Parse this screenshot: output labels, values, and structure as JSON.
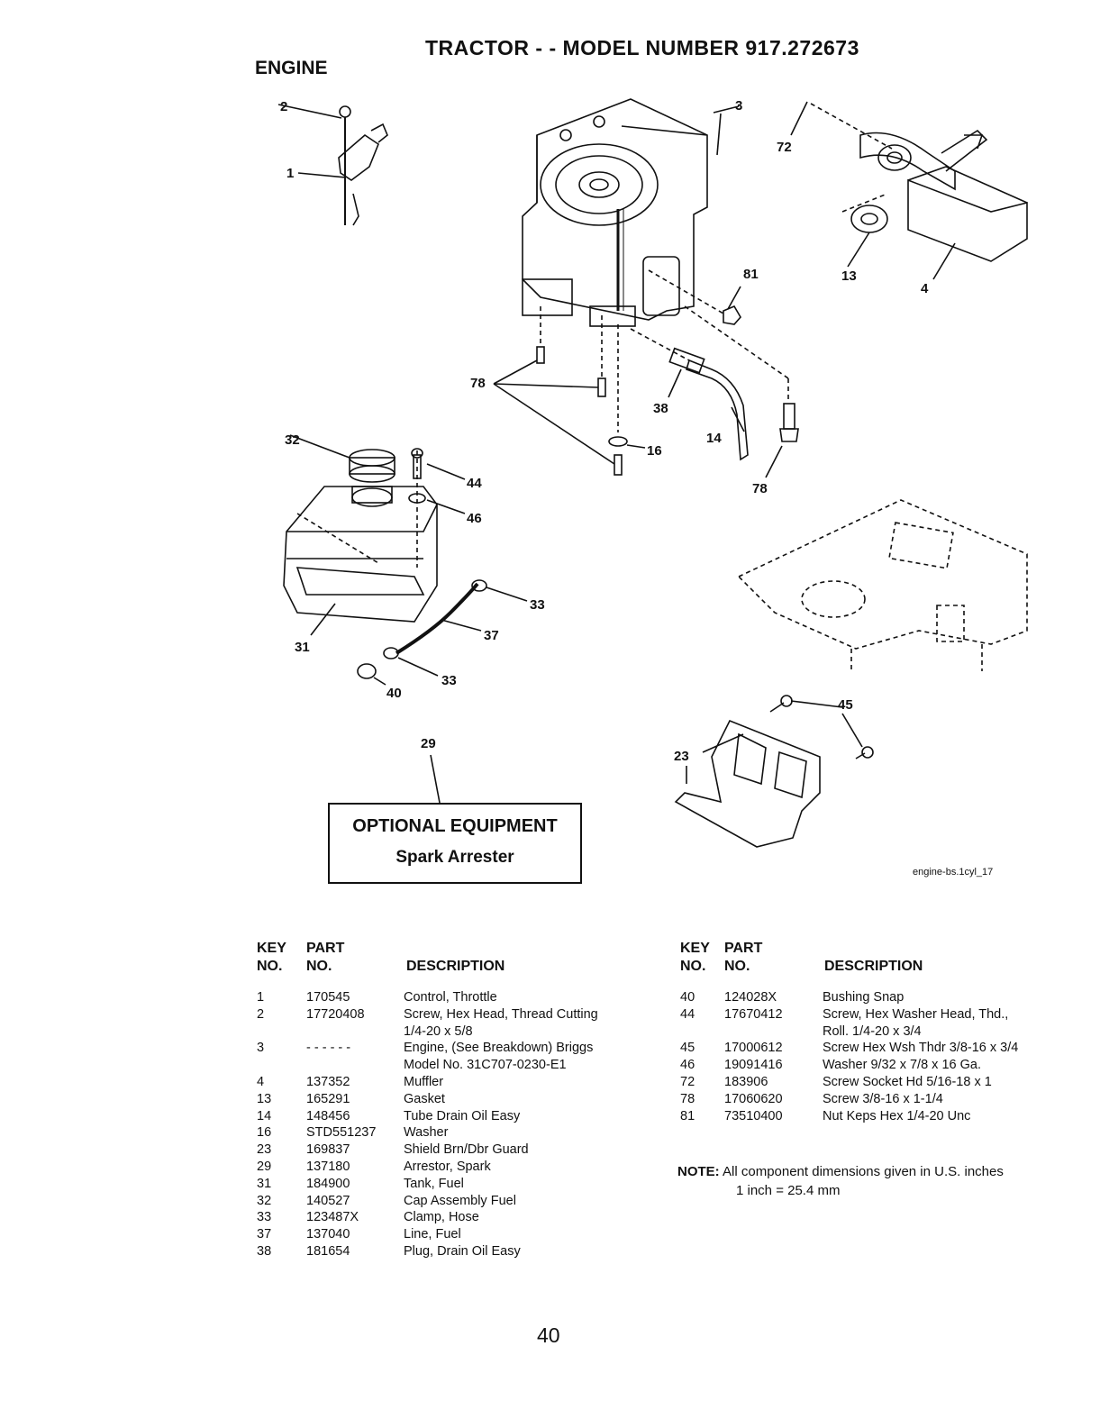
{
  "header": {
    "model_title": "TRACTOR - - MODEL NUMBER  917.272673",
    "section": "ENGINE"
  },
  "diagram": {
    "callouts": [
      "2",
      "1",
      "3",
      "72",
      "13",
      "4",
      "81",
      "78",
      "38",
      "14",
      "16",
      "78",
      "32",
      "44",
      "46",
      "33",
      "37",
      "31",
      "33",
      "40",
      "45",
      "23",
      "29"
    ],
    "optional_box": {
      "title": "OPTIONAL EQUIPMENT",
      "subtitle": "Spark Arrester"
    },
    "drawing_code": "engine-bs.1cyl_17"
  },
  "parts_table": {
    "headers": {
      "key_top": "KEY",
      "key_bottom": "NO.",
      "part_top": "PART",
      "part_bottom": "NO.",
      "description": "DESCRIPTION"
    },
    "left_rows": [
      {
        "key": "1",
        "part": "170545",
        "desc": "Control, Throttle",
        "desc2": ""
      },
      {
        "key": "2",
        "part": "17720408",
        "desc": "Screw, Hex Head, Thread Cutting",
        "desc2": "1/4-20 x 5/8"
      },
      {
        "key": "3",
        "part": "- - - - - -",
        "desc": "Engine, (See Breakdown) Briggs",
        "desc2": "Model No. 31C707-0230-E1"
      },
      {
        "key": "4",
        "part": "137352",
        "desc": "Muffler",
        "desc2": ""
      },
      {
        "key": "13",
        "part": "165291",
        "desc": "Gasket",
        "desc2": ""
      },
      {
        "key": "14",
        "part": "148456",
        "desc": "Tube Drain Oil Easy",
        "desc2": ""
      },
      {
        "key": "16",
        "part": "STD551237",
        "desc": "Washer",
        "desc2": ""
      },
      {
        "key": "23",
        "part": "169837",
        "desc": "Shield Brn/Dbr Guard",
        "desc2": ""
      },
      {
        "key": "29",
        "part": "137180",
        "desc": "Arrestor, Spark",
        "desc2": ""
      },
      {
        "key": "31",
        "part": "184900",
        "desc": "Tank, Fuel",
        "desc2": ""
      },
      {
        "key": "32",
        "part": "140527",
        "desc": "Cap Assembly Fuel",
        "desc2": ""
      },
      {
        "key": "33",
        "part": "123487X",
        "desc": "Clamp, Hose",
        "desc2": ""
      },
      {
        "key": "37",
        "part": "137040",
        "desc": "Line, Fuel",
        "desc2": ""
      },
      {
        "key": "38",
        "part": "181654",
        "desc": "Plug, Drain Oil Easy",
        "desc2": ""
      }
    ],
    "right_rows": [
      {
        "key": "40",
        "part": "124028X",
        "desc": "Bushing Snap",
        "desc2": ""
      },
      {
        "key": "44",
        "part": "17670412",
        "desc": "Screw, Hex Washer Head, Thd.,",
        "desc2": "Roll. 1/4-20 x 3/4"
      },
      {
        "key": "45",
        "part": "17000612",
        "desc": "Screw Hex Wsh Thdr 3/8-16 x 3/4",
        "desc2": ""
      },
      {
        "key": "46",
        "part": "19091416",
        "desc": "Washer  9/32 x 7/8 x 16 Ga.",
        "desc2": ""
      },
      {
        "key": "72",
        "part": "183906",
        "desc": "Screw Socket Hd 5/16-18 x 1",
        "desc2": ""
      },
      {
        "key": "78",
        "part": "17060620",
        "desc": "Screw 3/8-16 x 1-1/4",
        "desc2": ""
      },
      {
        "key": "81",
        "part": "73510400",
        "desc": "Nut Keps Hex 1/4-20 Unc",
        "desc2": ""
      }
    ]
  },
  "note": {
    "label": "NOTE:",
    "line1": "All component dimensions given in U.S. inches",
    "line2": "1 inch = 25.4 mm"
  },
  "page_number": "40"
}
